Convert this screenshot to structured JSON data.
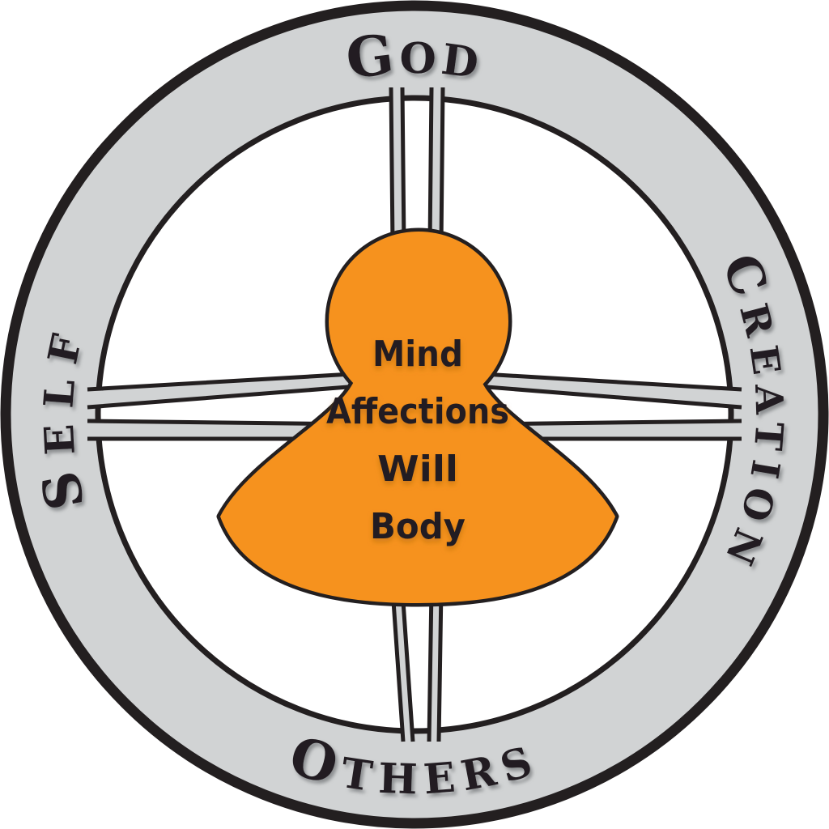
{
  "wheel": {
    "ring_labels": {
      "god": {
        "initial": "G",
        "rest": "OD"
      },
      "creation": {
        "initial": "C",
        "rest": "REATION"
      },
      "others": {
        "initial": "O",
        "rest": "THERS"
      },
      "self": {
        "initial": "S",
        "rest": "ELF"
      }
    },
    "center_labels": {
      "lines": [
        "Mind",
        "Affections",
        "Will",
        "Body"
      ]
    },
    "colors": {
      "ring_gray": "#d1d3d4",
      "outline_black": "#231f20",
      "person_orange": "#f6921e",
      "text_dark": "#231f20",
      "background": "#ffffff"
    }
  }
}
